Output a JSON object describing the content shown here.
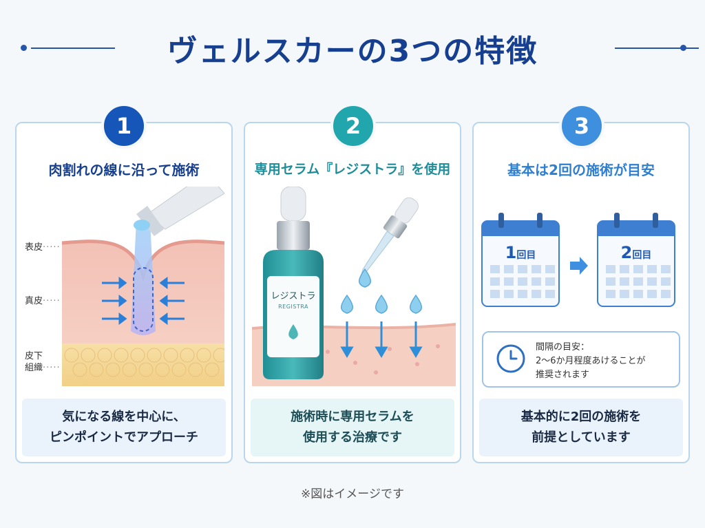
{
  "header": {
    "title": "ヴェルスカーの3つの特徴"
  },
  "features": [
    {
      "number": "1",
      "title": "肉割れの線に沿って施術",
      "layers": [
        "表皮",
        "真皮",
        "皮下",
        "組織"
      ],
      "caption": [
        "気になる線を中心に、",
        "ピンポイントでアプローチ"
      ]
    },
    {
      "number": "2",
      "title": "専用セラム『レジストラ』を使用",
      "bottle_label": "レジストラ",
      "bottle_sublabel": "REGISTRA",
      "caption": [
        "施術時に専用セラムを",
        "使用する治療です"
      ]
    },
    {
      "number": "3",
      "title": "基本は2回の施術が目安",
      "calendar_1_num": "1",
      "calendar_1_unit": "回目",
      "calendar_2_num": "2",
      "calendar_2_unit": "回目",
      "interval": [
        "間隔の目安：",
        "2〜6か月程度あけることが",
        "推奨されます"
      ],
      "caption": [
        "基本的に2回の施術を",
        "前提としています"
      ]
    }
  ],
  "footer": {
    "note": "※図はイメージです"
  },
  "colors": {
    "blue": "#1556b8",
    "teal": "#21a6ad",
    "light_blue": "#3f8fdf"
  }
}
